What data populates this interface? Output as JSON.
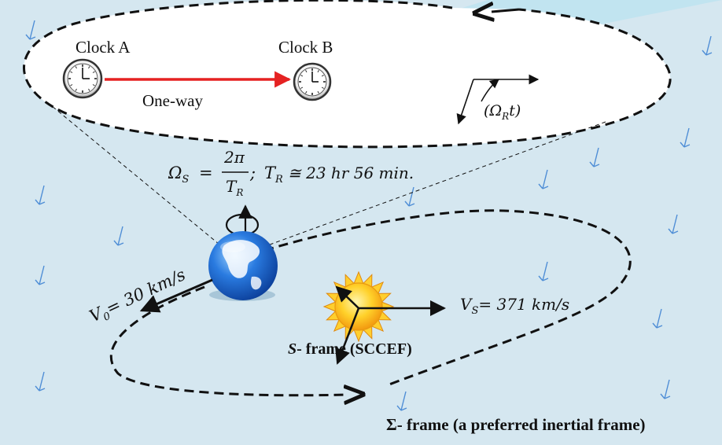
{
  "clocks": {
    "clock_a_label": "Clock A",
    "clock_b_label": "Clock B",
    "link_label": "One-way",
    "link_color": "#e52222"
  },
  "rotation": {
    "angle_label": "(Ω",
    "angle_sub": "R",
    "angle_tail": "t)"
  },
  "equation": {
    "omega": "Ω",
    "omega_sub": "S",
    "equals": "=",
    "numerator": "2π",
    "denominator": "T",
    "denominator_sub": "R",
    "semicolon": ";",
    "period_symbol": "T",
    "period_sub": "R",
    "period_value": "≅ 23 hr 56 min."
  },
  "earth": {
    "velocity_label": "V",
    "velocity_sub": "0",
    "velocity_value": "= 30 km/s"
  },
  "sun": {
    "velocity_symbol": "V",
    "velocity_sub": "S",
    "velocity_value": "= 371 km/s",
    "frame_prefix": "S",
    "frame_label": "- frame (SCCEF)"
  },
  "sigma_frame": {
    "symbol": "Σ",
    "label": "- frame (a preferred inertial frame)"
  },
  "colors": {
    "background": "#d5e7f0",
    "field_arrow": "#4f8ed6",
    "sun": "#ffd12a",
    "earth": "#2a6fd1"
  },
  "icons": [
    "clock-icon",
    "earth-globe-icon",
    "sun-icon",
    "rotation-arrow-icon",
    "field-arrow-icon"
  ]
}
